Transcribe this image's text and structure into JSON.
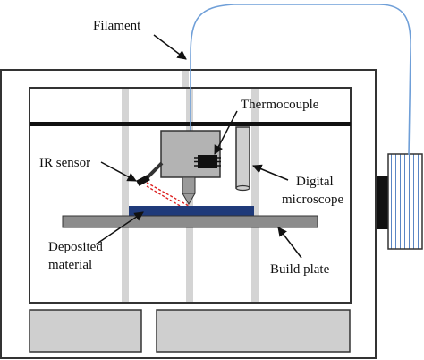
{
  "labels": {
    "filament": "Filament",
    "thermocouple": "Thermocouple",
    "ir_sensor": "IR sensor",
    "digital_microscope_line1": "Digital",
    "digital_microscope_line2": "microscope",
    "deposited_material_line1": "Deposited",
    "deposited_material_line2": "material",
    "build_plate": "Build plate"
  },
  "colors": {
    "background": "#ffffff",
    "outline": "#333333",
    "rail": "#d4d4d4",
    "gantry_bar": "#111111",
    "print_head": "#b3b3b3",
    "nozzle": "#9a9a9a",
    "build_plate": "#8c8c8c",
    "deposited_material": "#1f3a7a",
    "filament_tube": "#6f9fd8",
    "ir_beam": "#dd2222",
    "thermocouple_chip": "#111111",
    "microscope": "#cfcfcf",
    "spool_wire": "#5a86c4",
    "base_panel": "#cfcfcf",
    "label_text": "#111111"
  }
}
